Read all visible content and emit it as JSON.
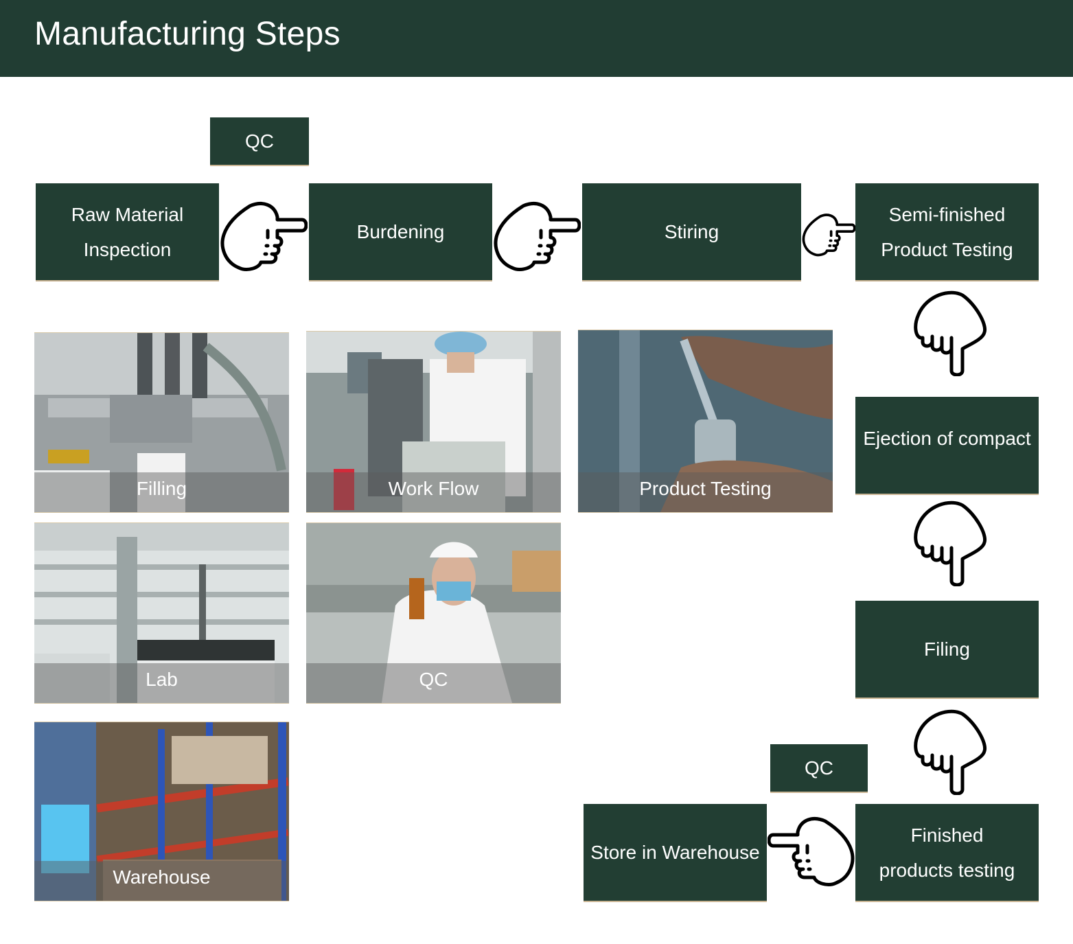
{
  "header": {
    "title": "Manufacturing Steps"
  },
  "flow": {
    "qc_top": "QC",
    "raw_material_line1": "Raw Material",
    "raw_material_line2": "Inspection",
    "burdening": "Burdening",
    "stiring": "Stiring",
    "semi_line1": "Semi-finished",
    "semi_line2": "Product Testing",
    "ejection": "Ejection of compact",
    "filing": "Filing",
    "finished_line1": "Finished",
    "finished_line2": "products testing",
    "store": "Store in Warehouse",
    "qc_bottom": "QC"
  },
  "photos": [
    {
      "caption": "Filling",
      "icon": "filling-machine-photo"
    },
    {
      "caption": "Work Flow",
      "icon": "production-line-photo"
    },
    {
      "caption": "Product Testing",
      "icon": "dropper-testing-photo"
    },
    {
      "caption": "Lab",
      "icon": "laboratory-photo"
    },
    {
      "caption": "QC",
      "icon": "quality-check-photo"
    },
    {
      "caption": "Warehouse",
      "icon": "warehouse-shelves-photo"
    }
  ],
  "colors": {
    "box": "#223e33",
    "header": "#213d33",
    "accent_line": "#c9b493",
    "text": "#ffffff"
  }
}
